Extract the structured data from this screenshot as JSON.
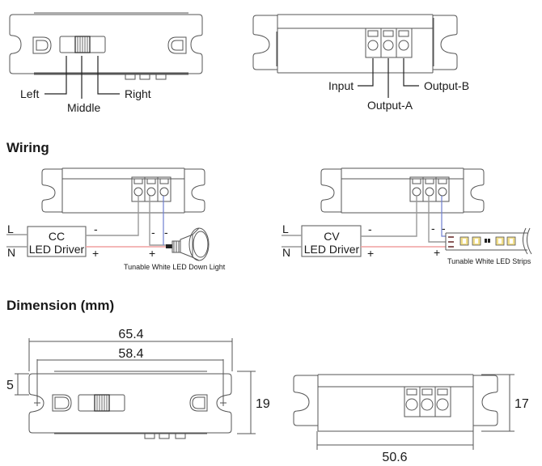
{
  "switch_labels": {
    "left": "Left",
    "middle": "Middle",
    "right": "Right"
  },
  "terminal_labels": {
    "input": "Input",
    "output_a": "Output-A",
    "output_b": "Output-B"
  },
  "sections": {
    "wiring": "Wiring",
    "dimension": "Dimension (mm)"
  },
  "wiring_cc": {
    "line": "L",
    "neutral": "N",
    "driver_line1": "CC",
    "driver_line2": "LED Driver",
    "minus_driver": "-",
    "plus_driver": "+",
    "minus_a": "-",
    "minus_b": "-",
    "plus_load": "+",
    "load_caption": "Tunable White LED Down Light"
  },
  "wiring_cv": {
    "line": "L",
    "neutral": "N",
    "driver_line1": "CV",
    "driver_line2": "LED Driver",
    "minus_driver": "-",
    "plus_driver": "+",
    "minus_a": "-",
    "minus_b": "-",
    "plus_load": "+",
    "load_caption": "Tunable White LED Strips"
  },
  "dimensions": {
    "overall_length": "65.4",
    "hole_spacing": "58.4",
    "hole_offset": "5",
    "width_top_view": "19",
    "height_side_view": "17",
    "body_length": "50.6"
  },
  "colors": {
    "wire_positive": "#f0a0a0",
    "wire_blue": "#6f7fd0",
    "wire_gray": "#999999",
    "outline": "#555555"
  }
}
